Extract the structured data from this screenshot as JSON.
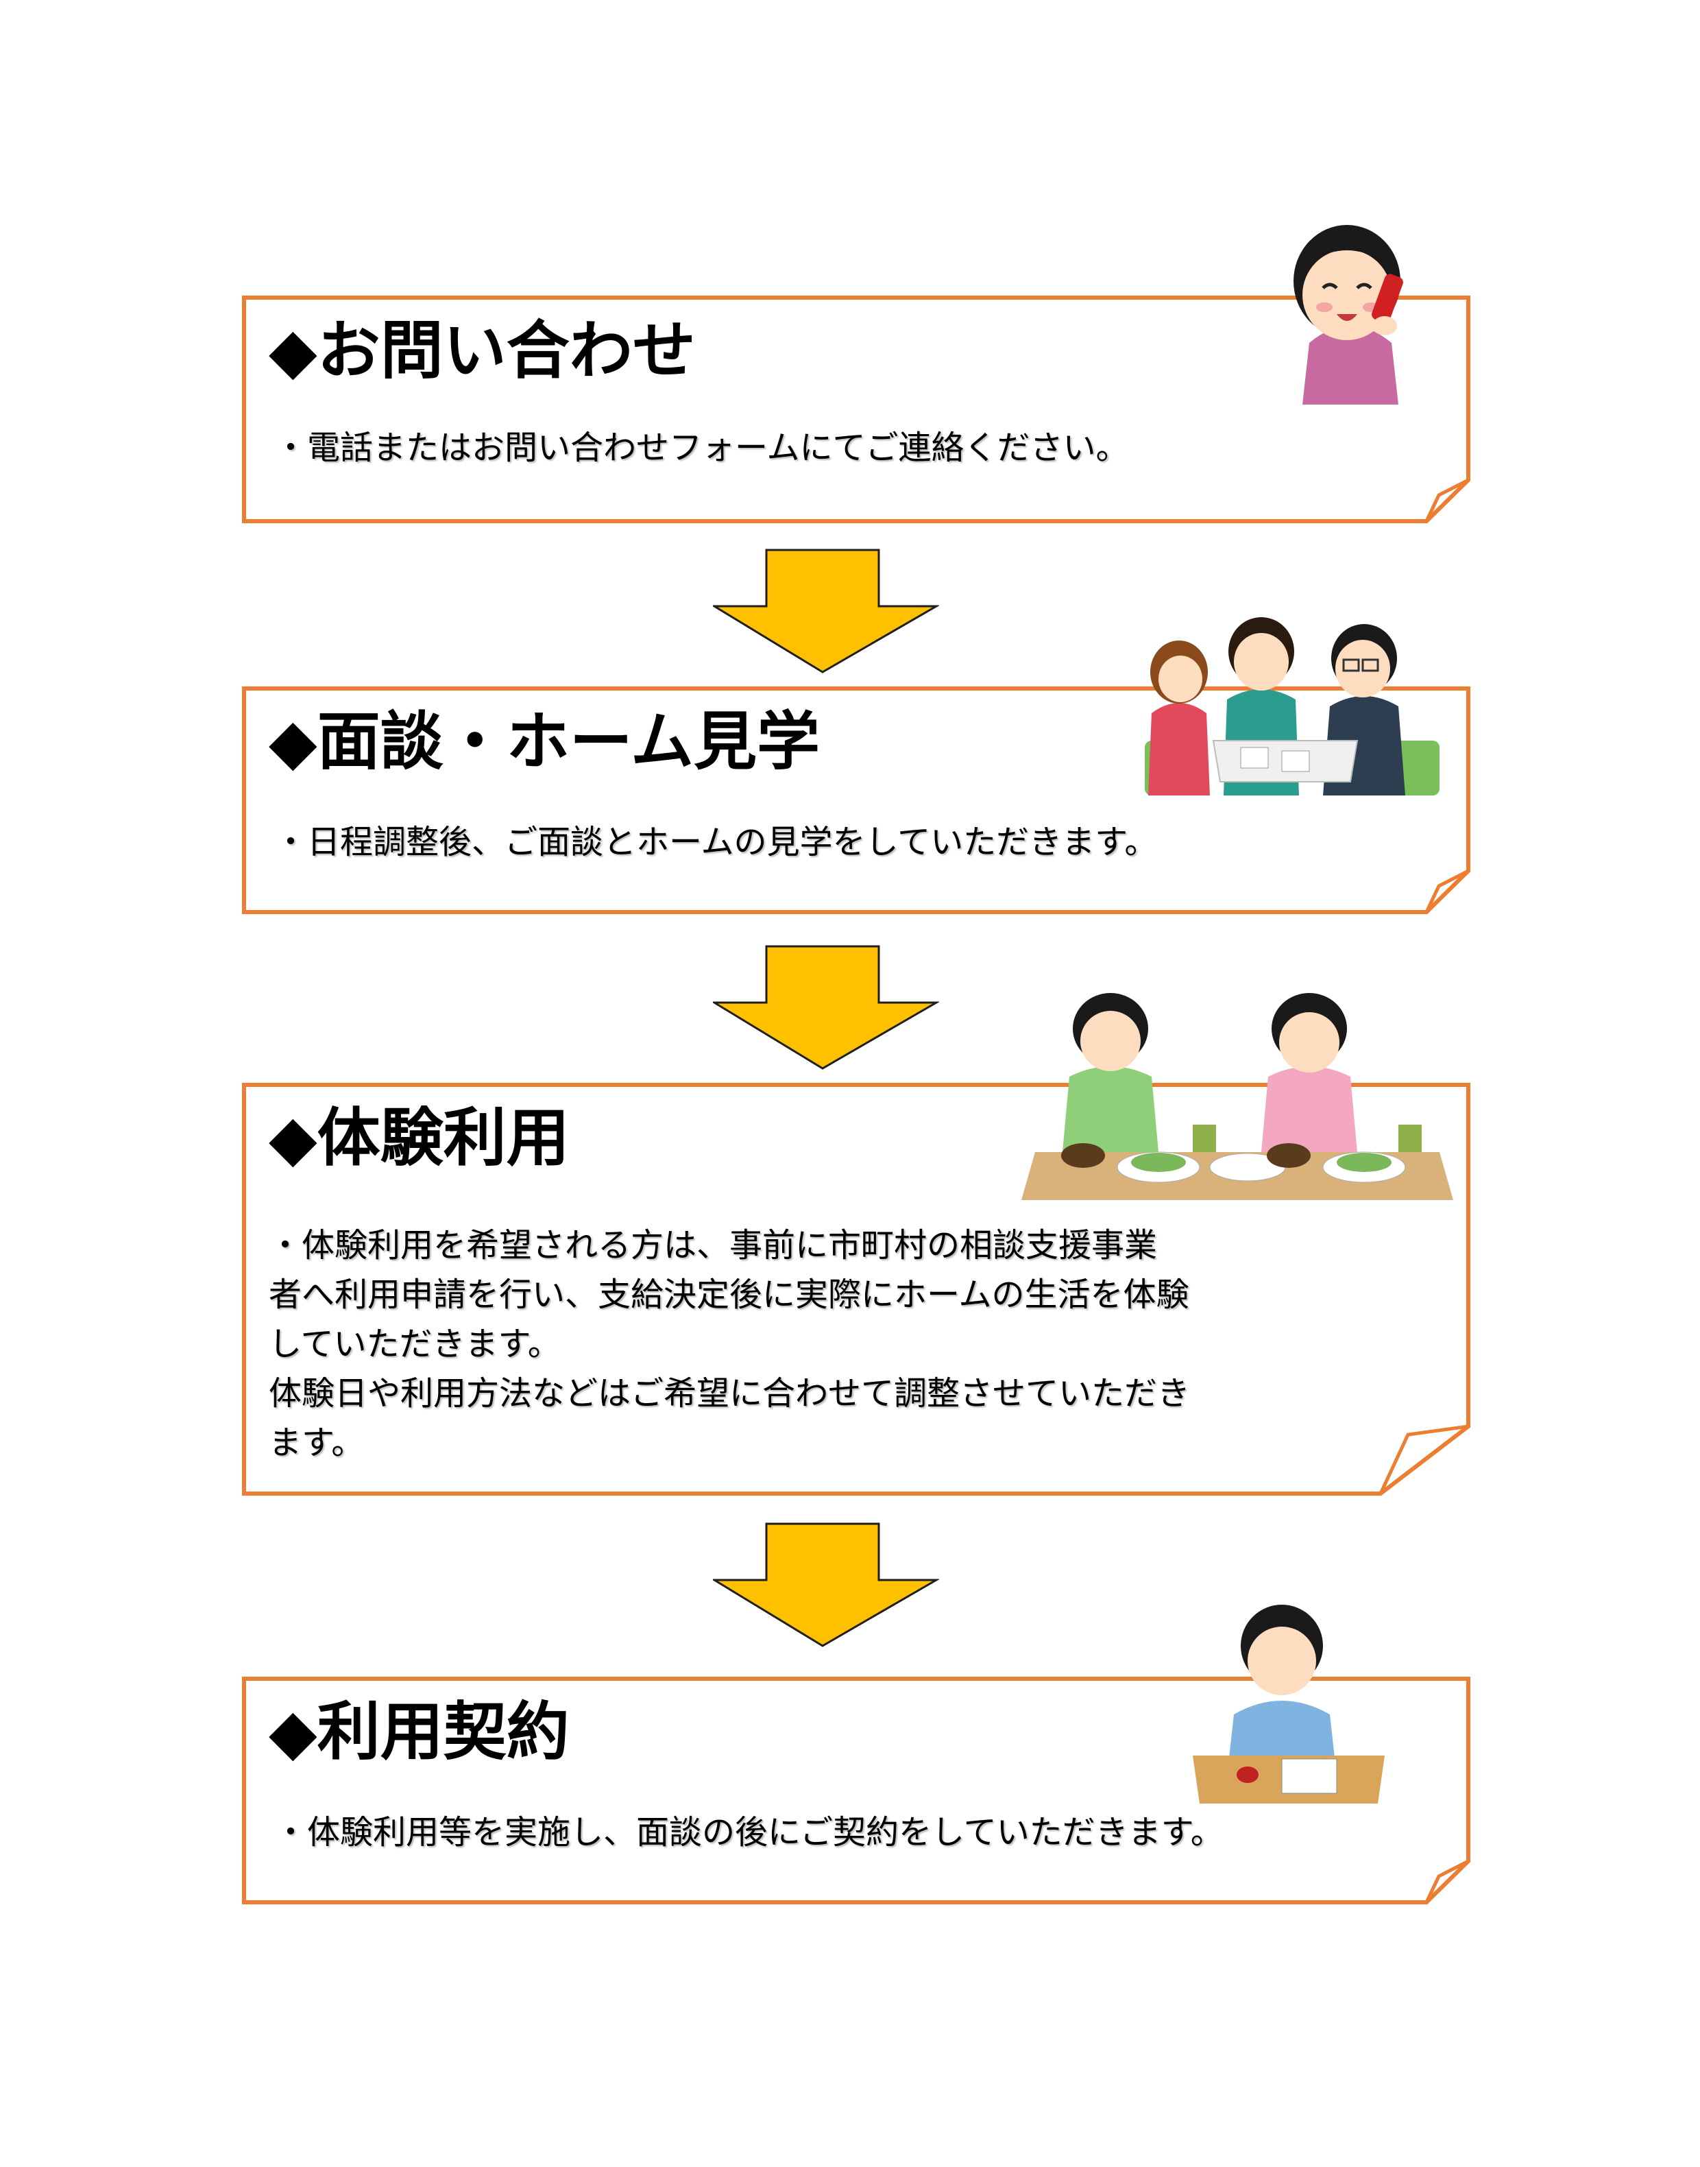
{
  "steps": [
    {
      "title": "◆お問い合わせ",
      "description": "・電話またはお問い合わせフォームにてご連絡ください。",
      "illustration_icon": "woman-on-phone-icon"
    },
    {
      "title": "◆面談・ホーム見学",
      "description": "・日程調整後、ご面談とホームの見学をしていただきます。",
      "illustration_icon": "meeting-people-icon"
    },
    {
      "title": "◆体験利用",
      "description": "・体験利用を希望される方は、事前に市町村の相談支援事業\n者へ利用申請を行い、支給決定後に実際にホームの生活を体験\nしていただきます。\n体験日や利用方法などはご希望に合わせて調整させていただき\nます。",
      "illustration_icon": "people-eating-meal-icon"
    },
    {
      "title": "◆利用契約",
      "description": "・体験利用等を実施し、面談の後にご契約をしていただきます。",
      "illustration_icon": "man-signing-contract-icon"
    }
  ],
  "colors": {
    "border": "#ed7d31",
    "arrow_fill": "#ffc000",
    "arrow_stroke": "#1f1f1f"
  }
}
